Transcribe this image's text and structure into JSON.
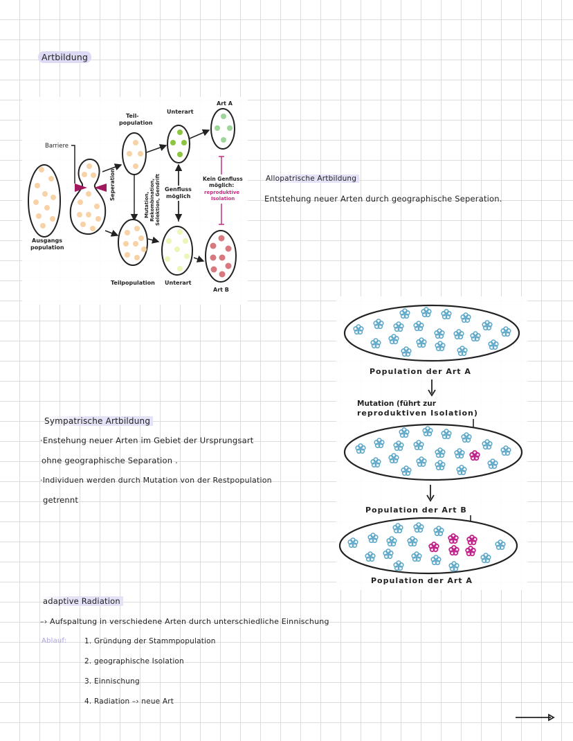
{
  "title": "Artbildung",
  "allopatric": {
    "diagram": {
      "labels": {
        "barrier": "Barriere",
        "start_population": [
          "Ausgangs",
          "population"
        ],
        "separation": "Seperation",
        "sub_population_top": [
          "Teil-",
          "population"
        ],
        "sub_population_bottom": "Teilpopulation",
        "evolution_factors": [
          "Mutation,",
          "Rekombination,",
          "Selektion, Gendrift"
        ],
        "subspecies_top": "Unterart",
        "subspecies_bottom": "Unterart",
        "gene_flow_possible": [
          "Genfluss",
          "möglich"
        ],
        "no_gene_flow": [
          "Kein Genfluss",
          "möglich:"
        ],
        "reproductive_isolation": [
          "reproduktive",
          "Isolation"
        ],
        "species_a": "Art A",
        "species_b": "Art B"
      },
      "colors": {
        "start_dots": "#f7d2a6",
        "subspecies_top_dots": "#8cc63f",
        "species_a_dots": "#9fd49a",
        "subspecies_bottom_dots": "#eef5b8",
        "species_b_dots": "#d77a80",
        "barrier": "#a0185e",
        "isolation": "#c0307f"
      }
    },
    "heading": "Allopatrische Artbildung",
    "description": "Entstehung neuer Arten durch geographische Seperation."
  },
  "sympatric": {
    "heading": "Sympatrische Artbildung",
    "lines": [
      "·Enstehung neuer Arten  im Gebiet der  Ursprungsart",
      "ohne geographische Separation .",
      "·Individuen werden durch Mutation von der Restpopulation",
      "getrennt"
    ],
    "diagram": {
      "population_a_label": "Population  der  Art  A",
      "mutation_label": [
        "Mutation (führt zur",
        "reproduktiven  Isolation)"
      ],
      "population_b_label": "Population  der  Art  B",
      "population_a_label_2": "Population  der  Art  A",
      "colors": {
        "blue_flower": "#5fa8c8",
        "pink_flower": "#c0208a"
      }
    }
  },
  "adaptive": {
    "heading": "adaptive Radiation",
    "definition": "–› Aufspaltung in verschiedene Arten durch unterschiedliche Einnischung",
    "process_label": "Ablauf:",
    "steps": [
      "1. Gründung der Stammpopulation",
      "2. geographische Isolation",
      "3. Einnischung",
      "4. Radiation –› neue  Art"
    ]
  },
  "next_arrow": "next-page-arrow"
}
